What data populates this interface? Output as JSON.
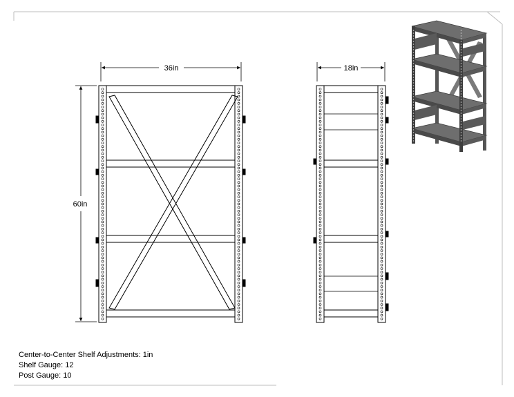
{
  "dimensions": {
    "front_width": "36in",
    "side_depth": "18in",
    "height": "60in"
  },
  "specs": {
    "shelf_adjustment": "Center-to-Center Shelf Adjustments: 1in",
    "shelf_gauge": "Shelf Gauge: 12",
    "post_gauge": "Post Gauge: 10"
  },
  "colors": {
    "line": "#000000",
    "frame_border": "#bdbdbd",
    "render_dark": "#4a4a4a",
    "render_mid": "#6e6e6e",
    "render_light": "#8f8f8f"
  }
}
